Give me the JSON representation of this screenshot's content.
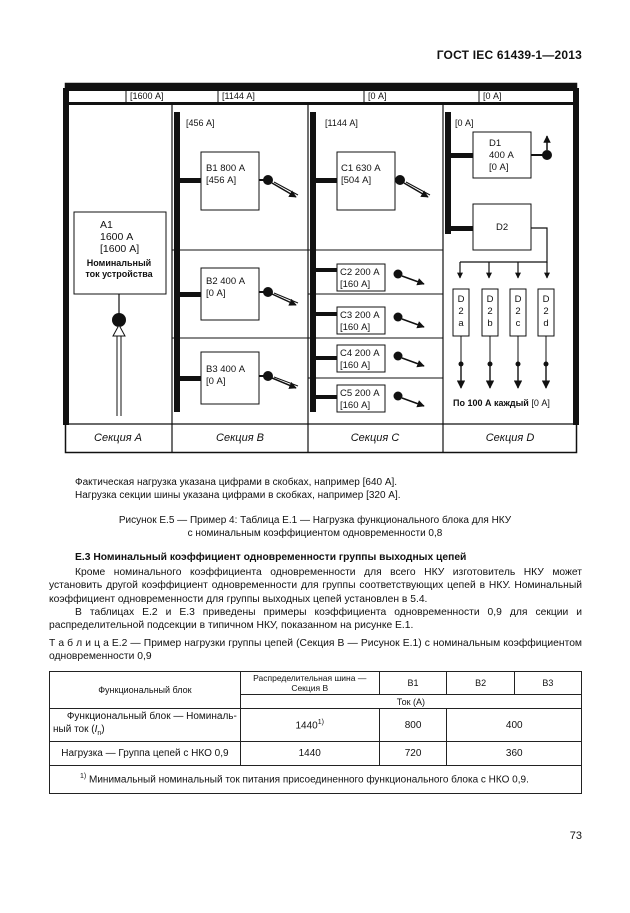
{
  "header": {
    "standard": "ГОСТ IEC 61439-1—2013"
  },
  "figure": {
    "bus_loads": [
      "[1600 А]",
      "[1144 А]",
      "[0 А]",
      "[0 А]"
    ],
    "section_b_load": "[456 А]",
    "section_c_load": "[1144 А]",
    "section_d_load": "[0 А]",
    "a1": {
      "name": "A1",
      "rating": "1600 А",
      "load": "[1600 А]",
      "bold1": "Номинальный",
      "bold2": "ток устройства"
    },
    "b1": {
      "l1": "B1 800 А",
      "l2": "[456 А]"
    },
    "b2": {
      "l1": "B2 400 А",
      "l2": "[0 А]"
    },
    "b3": {
      "l1": "B3 400 А",
      "l2": "[0 А]"
    },
    "c1": {
      "l1": "C1 630 А",
      "l2": "[504 А]"
    },
    "c2": {
      "l1": "C2 200 А",
      "l2": "[160 А]"
    },
    "c3": {
      "l1": "C3 200 А",
      "l2": "[160 А]"
    },
    "c4": {
      "l1": "C4 200 А",
      "l2": "[160 А]"
    },
    "c5": {
      "l1": "C5 200 А",
      "l2": "[160 А]"
    },
    "d1": {
      "l1": "D1",
      "l2": "400 А",
      "l3": "[0 А]"
    },
    "d2": {
      "label": "D2"
    },
    "d2_subs": [
      {
        "c1": "D",
        "c2": "2",
        "c3": "a"
      },
      {
        "c1": "D",
        "c2": "2",
        "c3": "b"
      },
      {
        "c1": "D",
        "c2": "2",
        "c3": "c"
      },
      {
        "c1": "D",
        "c2": "2",
        "c3": "d"
      }
    ],
    "d2_note_bold": "По 100 А каждый",
    "d2_note_rest": " [0 А]",
    "sections": [
      "Секция А",
      "Секция В",
      "Секция С",
      "Секция D"
    ]
  },
  "notes": [
    "Фактическая нагрузка указана цифрами в скобках, например [640 А].",
    "Нагрузка секции шины указана цифрами в скобках, например [320 А]."
  ],
  "caption": [
    "Рисунок Е.5 — Пример 4: Таблица Е.1 — Нагрузка функционального блока для НКУ",
    "с номинальным коэффициентом одновременности 0,8"
  ],
  "section_title": "Е.3 Номинальный коэффициент одновременности группы выходных цепей",
  "paragraphs": [
    "Кроме номинального коэффициента одновременности для всего НКУ изготовитель НКУ может установить другой коэффициент одновременности для группы соответствующих цепей в НКУ. Номинальный коэффициент одновременности для группы выходных цепей установлен в 5.4.",
    "В таблицах Е.2 и Е.3 приведены примеры коэффициента одновременности 0,9 для секции и распределительной подсекции в типичном НКУ, показанном на рисунке Е.1."
  ],
  "table_caption": "Т а б л и ц а  Е.2 — Пример нагрузки группы цепей (Секция В — Рисунок Е.1) с номинальным коэффициентом одновременности 0,9",
  "table": {
    "h_block": "Функциональный блок",
    "h_bus": "Распределительная шина — Секция В",
    "h_b1": "B1",
    "h_b2": "B2",
    "h_b3": "B3",
    "h_current": "Ток (А)",
    "r1_label_a": "Функциональный блок — Номиналь-",
    "r1_label_b": "ный ток (",
    "r1_label_i": "I",
    "r1_label_sub": "n",
    "r1_label_c": ")",
    "r1_bus": "1440",
    "r1_bus_sup": "1)",
    "r1_b1": "800",
    "r1_b23": "400",
    "r2_label": "Нагрузка — Группа цепей с НКО 0,9",
    "r2_bus": "1440",
    "r2_b1": "720",
    "r2_b23": "360",
    "footnote_sup": "1)",
    "footnote": " Минимальный номинальный ток питания присоединенного функционального блока с НКО 0,9."
  },
  "page_number": "73"
}
